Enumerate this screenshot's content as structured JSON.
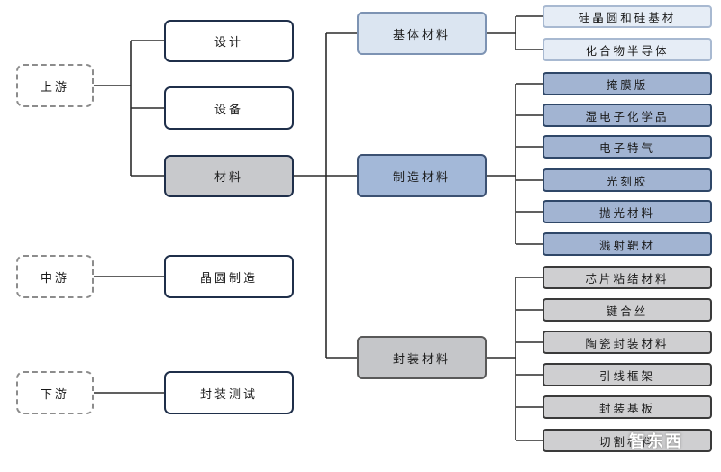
{
  "stages": {
    "upstream": "上游",
    "midstream": "中游",
    "downstream": "下游"
  },
  "upstream_items": {
    "design": "设计",
    "equipment": "设备",
    "materials": "材料"
  },
  "midstream_item": "晶圆制造",
  "downstream_item": "封装测试",
  "material_groups": {
    "substrate": "基体材料",
    "manufacturing": "制造材料",
    "packaging": "封装材料"
  },
  "substrate_items": [
    "硅晶圆和硅基材",
    "化合物半导体"
  ],
  "manufacturing_items": [
    "掩膜版",
    "湿电子化学品",
    "电子特气",
    "光刻胶",
    "抛光材料",
    "溅射靶材"
  ],
  "packaging_items": [
    "芯片粘结材料",
    "键合丝",
    "陶瓷封装材料",
    "引线框架",
    "封装基板",
    "切割材料"
  ],
  "watermark": "智东西"
}
